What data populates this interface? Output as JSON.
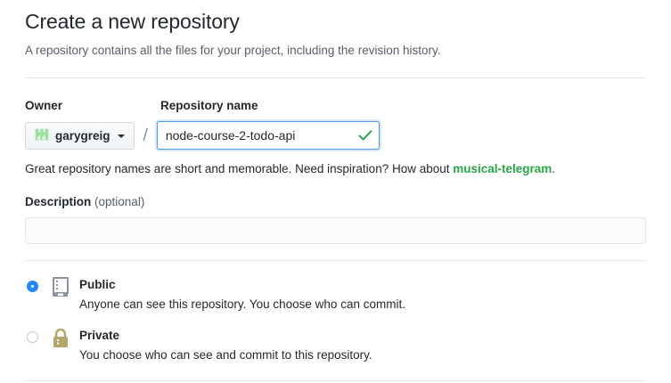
{
  "header": {
    "title": "Create a new repository",
    "subtitle": "A repository contains all the files for your project, including the revision history."
  },
  "owner_field": {
    "label": "Owner",
    "selected_owner": "garygreig",
    "avatar_icon": "identicon-avatar",
    "caret_icon": "chevron-down-icon",
    "separator": "/"
  },
  "repo_name_field": {
    "label": "Repository name",
    "value": "node-course-2-todo-api",
    "placeholder": "",
    "validation_icon": "check-icon",
    "validation_color": "#28a745",
    "focus_border_color": "#4a9aef"
  },
  "hint": {
    "text_before": "Great repository names are short and memorable. Need inspiration? How about ",
    "suggestion": "musical-telegram",
    "text_after": ".",
    "suggestion_color": "#28a745"
  },
  "description_field": {
    "label": "Description",
    "optional_label": "(optional)",
    "value": "",
    "placeholder": ""
  },
  "visibility": {
    "options": [
      {
        "id": "public",
        "title": "Public",
        "description": "Anyone can see this repository. You choose who can commit.",
        "icon": "repo-book-icon",
        "icon_color": "#8b949e",
        "selected": true
      },
      {
        "id": "private",
        "title": "Private",
        "description": "You choose who can see and commit to this repository.",
        "icon": "lock-icon",
        "icon_color": "#b3a76b",
        "selected": false
      }
    ],
    "selected_radio_color": "#2188ff"
  },
  "colors": {
    "text": "#24292e",
    "muted": "#586069",
    "divider": "#e1e4e8",
    "accent_green": "#28a745",
    "accent_blue": "#2188ff",
    "avatar_green": "#9be09b"
  }
}
